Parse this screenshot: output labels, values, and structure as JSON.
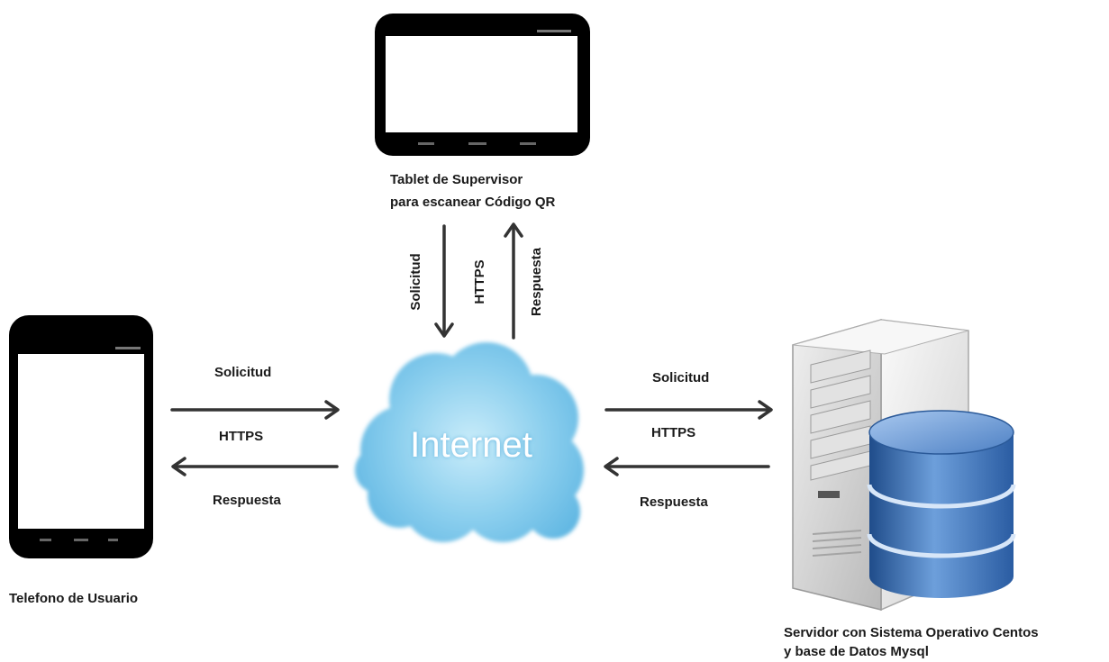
{
  "devices": {
    "tablet": {
      "label_line1": "Tablet de Supervisor",
      "label_line2": "para escanear Código QR",
      "icon": "tablet-icon"
    },
    "phone": {
      "label": "Telefono de Usuario",
      "icon": "smartphone-icon"
    },
    "server": {
      "label_line1": "Servidor con Sistema Operativo Centos",
      "label_line2": "y base de Datos Mysql",
      "icon": "server-database-icon"
    }
  },
  "cloud": {
    "label": "Internet",
    "icon": "cloud-icon"
  },
  "links": {
    "tablet_internet": {
      "request": "Solicitud",
      "protocol": "HTTPS",
      "response": "Respuesta"
    },
    "phone_internet": {
      "request": "Solicitud",
      "protocol": "HTTPS",
      "response": "Respuesta"
    },
    "internet_server": {
      "request": "Solicitud",
      "protocol": "HTTPS",
      "response": "Respuesta"
    }
  },
  "colors": {
    "background": "#ffffff",
    "arrow": "#333333",
    "label_text": "#1a1a1a",
    "device_body": "#000000",
    "cloud": "#8ccfee",
    "cloud_text": "#ffffff",
    "database": "#3b6db0"
  }
}
